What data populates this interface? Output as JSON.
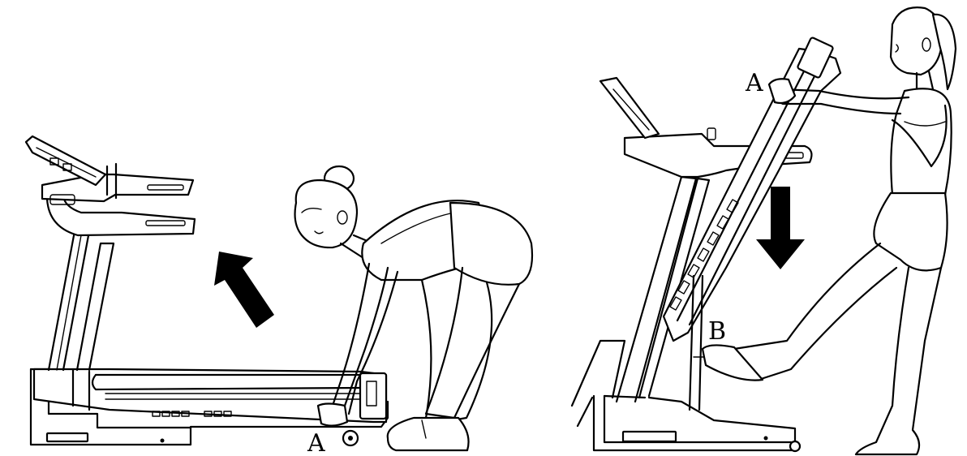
{
  "panels": [
    {
      "id": "left",
      "labels": {
        "a": "A"
      },
      "arrow_direction": "up-left"
    },
    {
      "id": "right",
      "labels": {
        "a": "A",
        "b": "B"
      },
      "arrow_direction": "down"
    }
  ]
}
